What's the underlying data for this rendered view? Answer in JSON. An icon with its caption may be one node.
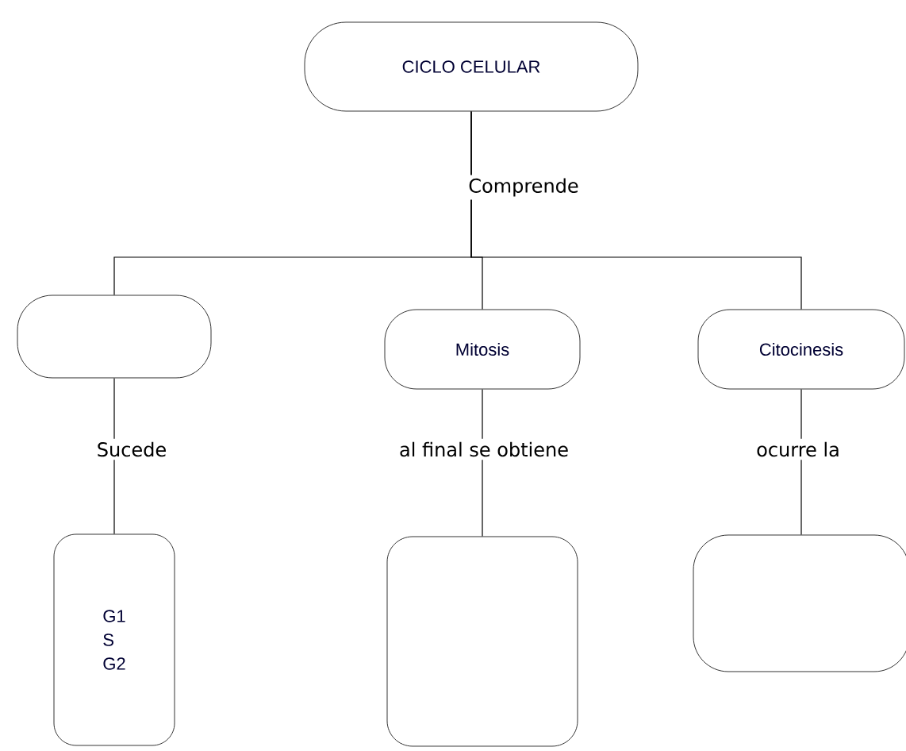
{
  "diagram": {
    "nodes": [
      {
        "text": [
          "CICLO CELULAR"
        ]
      },
      {
        "text": [],
        "shape": "box"
      },
      {
        "text": [
          "Mitosis"
        ]
      },
      {
        "text": [
          "Citocinesis"
        ]
      },
      {
        "text": [
          "G1",
          "S",
          "G2"
        ]
      },
      {
        "text": [],
        "shape": "box"
      },
      {
        "text": [],
        "shape": "box"
      }
    ],
    "edges": [
      {
        "from": 0,
        "to": 1,
        "arrow": "none"
      },
      {
        "from": 0,
        "to": 2,
        "arrow": "none",
        "label": "Comprende"
      },
      {
        "from": 0,
        "to": 3,
        "arrow": "none"
      },
      {
        "from": 1,
        "to": 4,
        "arrow": "none",
        "label": "Sucede"
      },
      {
        "from": 2,
        "to": 5,
        "arrow": "none",
        "label": "al final se obtiene"
      },
      {
        "from": 3,
        "to": 6,
        "arrow": "none",
        "label": "ocurre la"
      }
    ]
  }
}
